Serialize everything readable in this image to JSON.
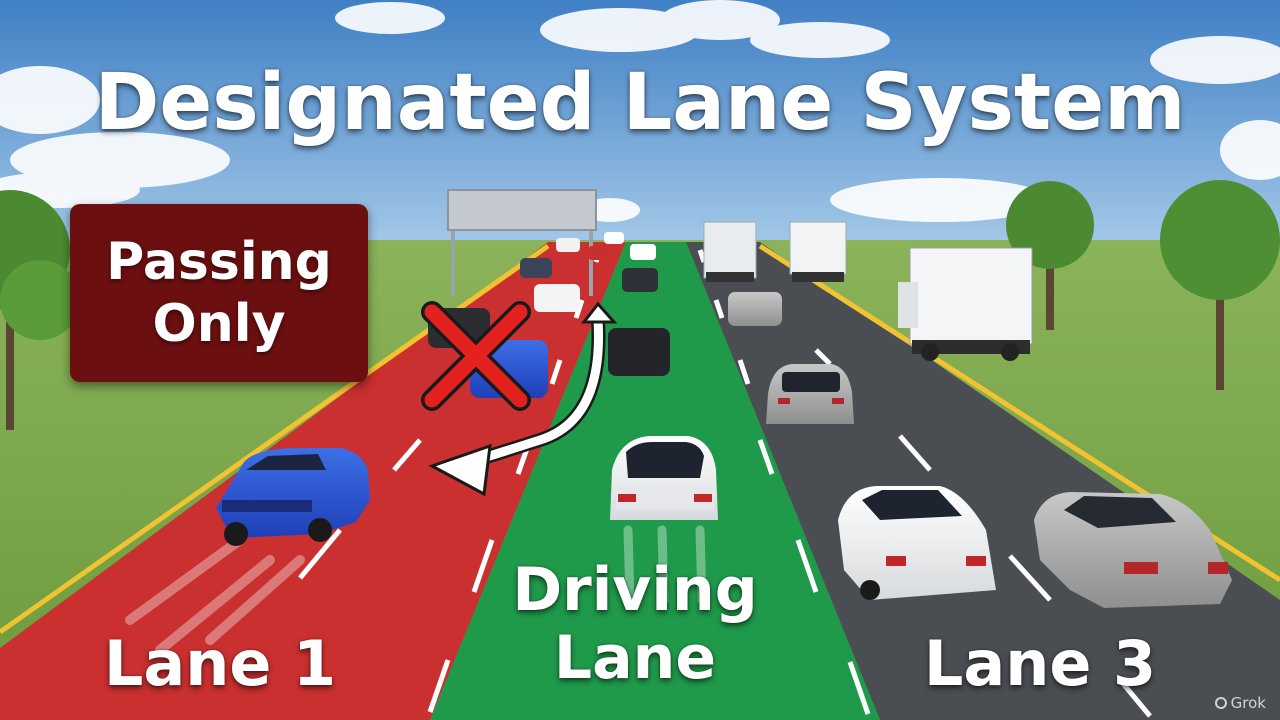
{
  "title": "Designated Lane System",
  "passing_sign": {
    "line1": "Passing",
    "line2": "Only"
  },
  "lanes": [
    {
      "label": "Lane 1"
    },
    {
      "label_line1": "Driving",
      "label_line2": "Lane"
    },
    {
      "label": "Lane 3"
    }
  ],
  "watermark": "Grok",
  "icons": {
    "prohibited": "red-x-icon",
    "lane_change": "curved-arrow-icon"
  },
  "colors": {
    "passing_lane": "#c9302f",
    "driving_lane": "#1f9a4a",
    "regular_lane": "#4a4d52",
    "sign_background": "#6b0f10",
    "prohibited_mark": "#e3221f",
    "text": "#ffffff"
  }
}
